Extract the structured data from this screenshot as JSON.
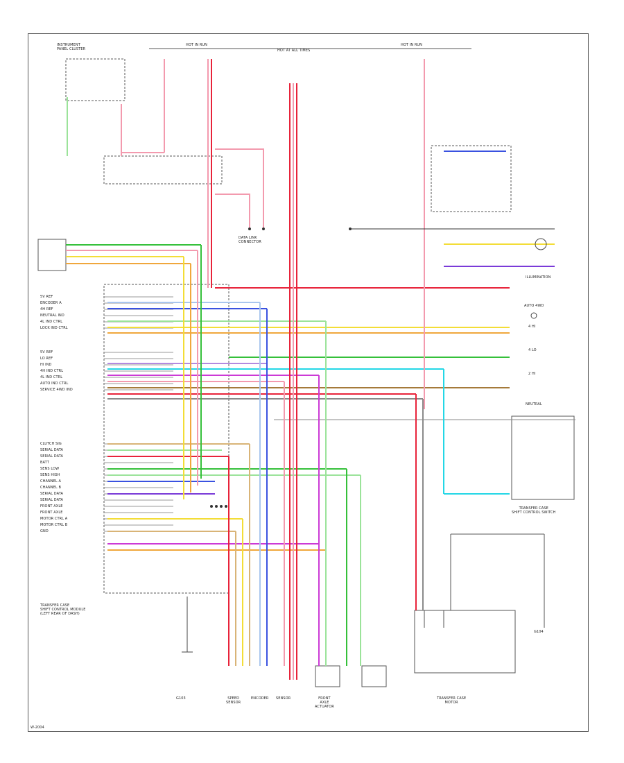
{
  "colors": {
    "red": "#e8233a",
    "pink": "#f39aae",
    "green": "#35c03a",
    "lightgreen": "#9be39a",
    "blue": "#3a52e0",
    "lightblue": "#a9c6ee",
    "cyan": "#23d7e6",
    "yellow": "#f3dd37",
    "orange": "#f0a73c",
    "magenta": "#cc3ad6",
    "purple": "#7a3ad8",
    "violet": "#b38ae0",
    "brown": "#a57a3a",
    "tan": "#d9b477",
    "gray": "#8a8a8a",
    "black": "#333333"
  },
  "labels": {
    "header_left": "INSTRUMENT\nPANEL CLUSTER",
    "fuse_top_left": "HOT IN RUN",
    "fuse_top_right": "HOT IN RUN",
    "fuse_center": "HOT AT ALL TIMES",
    "module": "TRANSFER CASE\nSHIFT CONTROL MODULE\n(LEFT REAR OF DASH)",
    "switch_box": "TRANSFER CASE\nSHIFT CONTROL SWITCH",
    "motor": "TRANSFER CASE\nMOTOR",
    "front_axle": "FRONT\nAXLE\nACTUATOR",
    "encoder": "ENCODER",
    "sensor": "SENSOR",
    "speed": "SPEED\nSENSOR",
    "ground_left": "G103",
    "ground_right": "G104",
    "data_link": "DATA LINK\nCONNECTOR",
    "illum": "ILLUMINATION",
    "auto": "AUTO 4WD",
    "four_hi": "4 HI",
    "four_lo": "4 LO",
    "two_hi": "2 HI",
    "neutral": "NEUTRAL",
    "footer": "W-2004"
  },
  "pins_left": [
    "5V REF",
    "ENCODER A",
    "4H REF",
    "NEUTRAL IND",
    "4L IND CTRL",
    "LOCK IND CTRL",
    "5V REF",
    "LO REF",
    "HI IND",
    "4H IND CTRL",
    "4L IND CTRL",
    "AUTO IND CTRL",
    "SERVICE 4WD IND",
    "CLUTCH SIG",
    "SERIAL DATA",
    "SERIAL DATA",
    "BATT",
    "SENS LOW",
    "SENS HIGH",
    "CHANNEL A",
    "CHANNEL B",
    "SERIAL DATA",
    "SERIAL DATA",
    "FRONT AXLE",
    "FRONT AXLE",
    "MOTOR CTRL A",
    "MOTOR CTRL B",
    "GND"
  ]
}
